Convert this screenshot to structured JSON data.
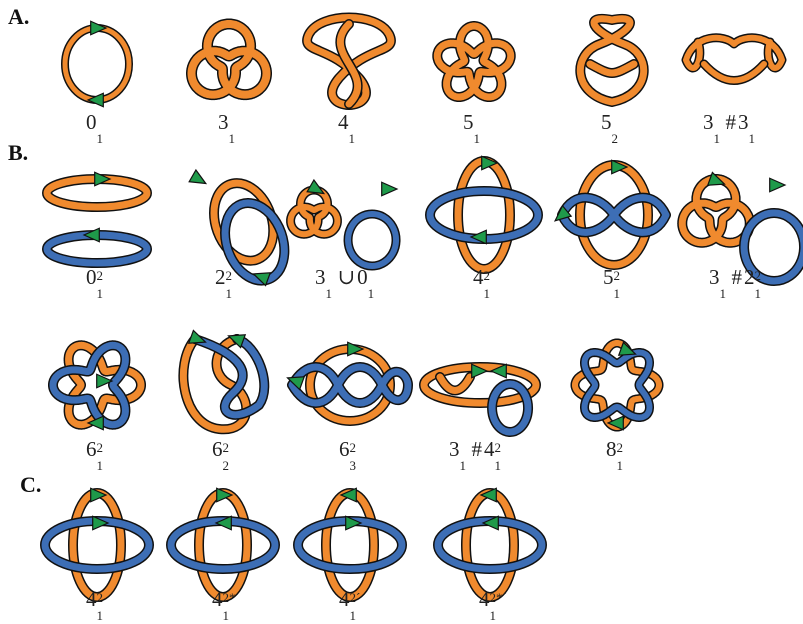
{
  "sections": {
    "a": "A.",
    "b": "B.",
    "c": "C."
  },
  "colors": {
    "orange": "#f08a2e",
    "blue": "#3d6eb5",
    "outline": "#111111",
    "arrow": "#1f9a4a"
  },
  "row_a": [
    {
      "id": "0_1",
      "base": "0",
      "sup": "",
      "sub": "1",
      "icon": "unknot"
    },
    {
      "id": "3_1",
      "base": "3",
      "sup": "",
      "sub": "1",
      "icon": "trefoil"
    },
    {
      "id": "4_1",
      "base": "4",
      "sup": "",
      "sub": "1",
      "icon": "figure-eight"
    },
    {
      "id": "5_1",
      "base": "5",
      "sup": "",
      "sub": "1",
      "icon": "cinquefoil"
    },
    {
      "id": "5_2",
      "base": "5",
      "sup": "",
      "sub": "2",
      "icon": "three-twist"
    },
    {
      "id": "3_1#3_1",
      "base": "3",
      "sup": "",
      "sub": "1",
      "mid": "#",
      "base2": "3",
      "sub2": "1",
      "icon": "granny"
    }
  ],
  "row_b1": [
    {
      "id": "0_1^2",
      "base": "0",
      "sup": "2",
      "sub": "1",
      "icon": "unlink"
    },
    {
      "id": "2_1^2",
      "base": "2",
      "sup": "2",
      "sub": "1",
      "icon": "hopf"
    },
    {
      "id": "3_1u0_1",
      "base": "3",
      "sup": "",
      "sub": "1",
      "mid": "∪",
      "base2": "0",
      "sub2": "1",
      "icon": "split-trefoil"
    },
    {
      "id": "4_1^2",
      "base": "4",
      "sup": "2",
      "sub": "1",
      "icon": "solomon"
    },
    {
      "id": "5_1^2",
      "base": "5",
      "sup": "2",
      "sub": "1",
      "icon": "whitehead"
    },
    {
      "id": "3_1#2_1^2",
      "base": "3",
      "sup": "",
      "sub": "1",
      "mid": "#",
      "base2": "2",
      "sup2": "2",
      "sub2": "1",
      "icon": "trefoil-hopf"
    }
  ],
  "row_b2": [
    {
      "id": "6_1^2",
      "base": "6",
      "sup": "2",
      "sub": "1",
      "icon": "star-link"
    },
    {
      "id": "6_2^2",
      "base": "6",
      "sup": "2",
      "sub": "2",
      "icon": "twisted-link"
    },
    {
      "id": "6_3^2",
      "base": "6",
      "sup": "2",
      "sub": "3",
      "icon": "braid-link"
    },
    {
      "id": "3_1#4_1^2",
      "base": "3",
      "sup": "",
      "sub": "1",
      "mid": "#",
      "base2": "4",
      "sup2": "2",
      "sub2": "1",
      "icon": "composite-link"
    },
    {
      "id": "8_1^2",
      "base": "8",
      "sup": "2",
      "sub": "1",
      "icon": "torus-link"
    }
  ],
  "row_c": [
    {
      "id": "4_1^2",
      "base": "4",
      "sup": "2",
      "sub": "1",
      "icon": "solomon-orientation-a"
    },
    {
      "id": "4_1^2*",
      "base": "4",
      "sup": "2*",
      "sub": "1",
      "icon": "solomon-orientation-b"
    },
    {
      "id": "4_1^2'",
      "base": "4",
      "sup": "2´",
      "sub": "1",
      "icon": "solomon-orientation-c"
    },
    {
      "id": "4_1^2*'",
      "base": "4",
      "sup": "2*´",
      "sub": "1",
      "icon": "solomon-orientation-d"
    }
  ]
}
